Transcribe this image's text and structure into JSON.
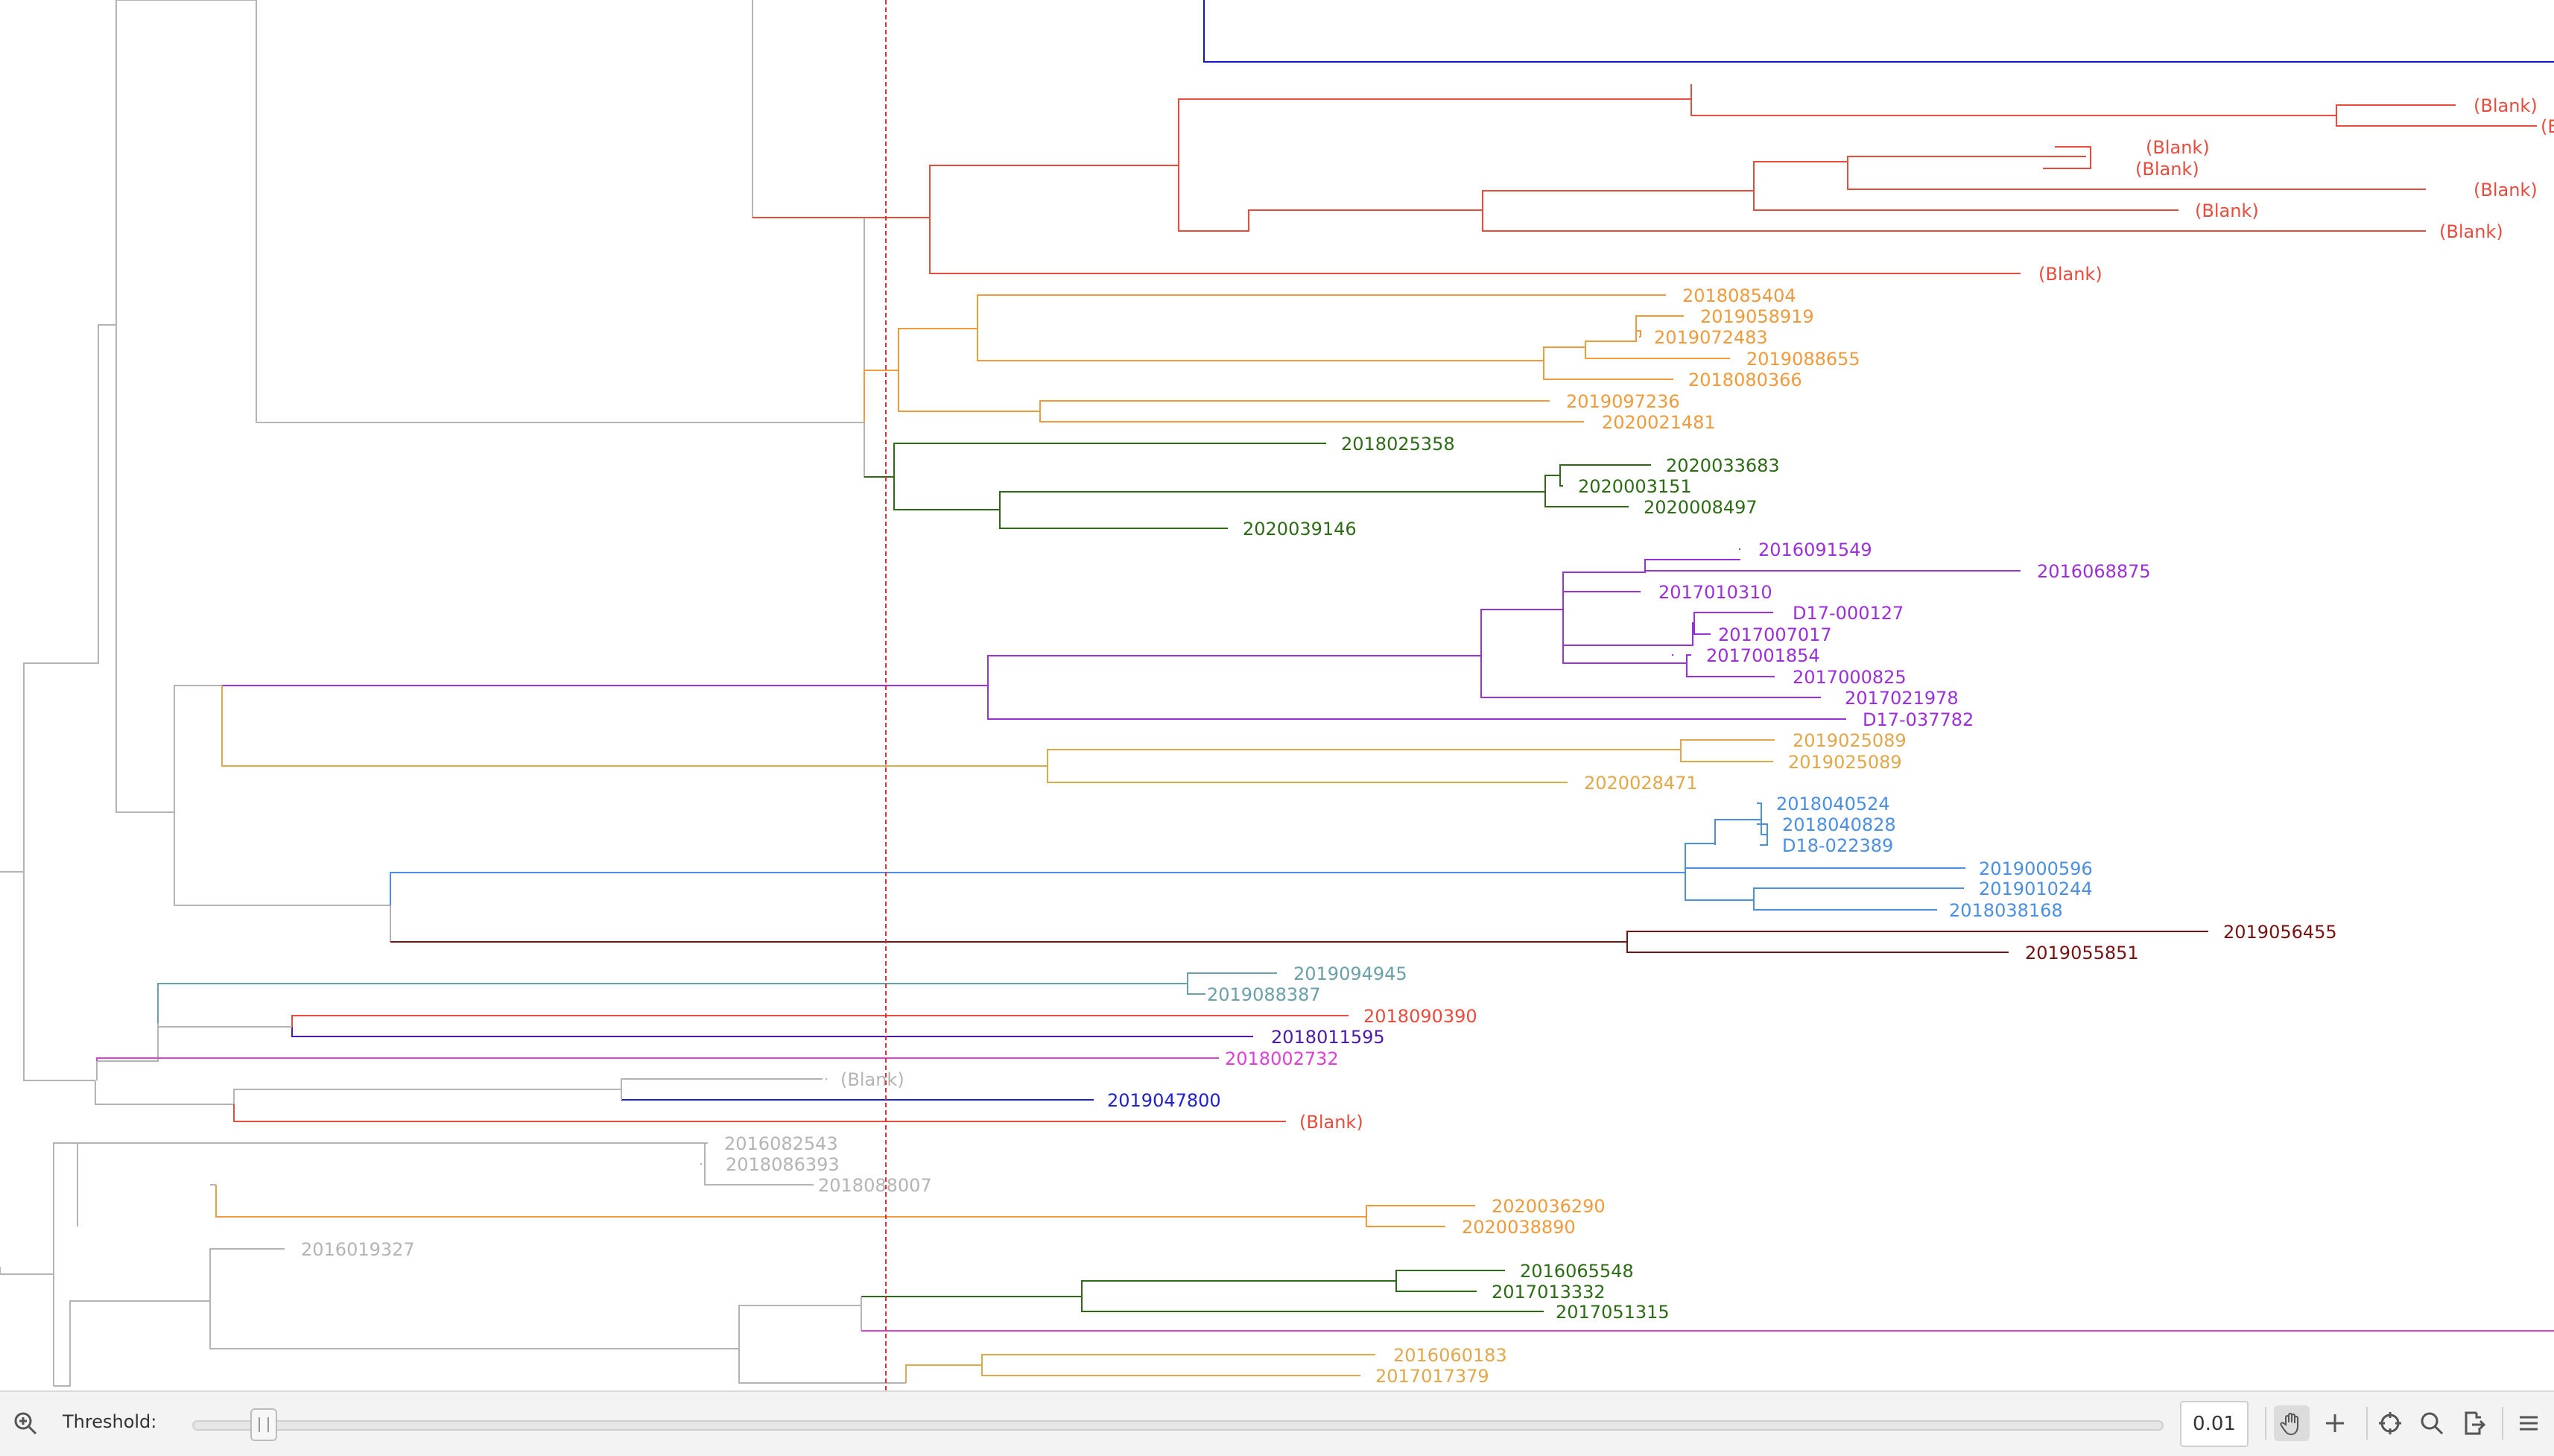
{
  "toolbar": {
    "threshold_label": "Threshold:",
    "threshold_value": "0.01",
    "threshold_slider_fraction": 0.02,
    "icons": [
      "zoom-in-icon",
      "pan-hand-icon",
      "add-icon",
      "crosshair-icon",
      "search-icon",
      "export-icon",
      "menu-icon"
    ]
  },
  "colors": {
    "grey": "#b4b4b4",
    "red": "#e84c3d",
    "orange": "#ef9a3c",
    "green": "#2e6b17",
    "purple": "#9b30d9",
    "gold": "#e0a84a",
    "blue": "#4a8fe2",
    "maroon": "#7a1111",
    "teal": "#6aa0a8",
    "indigo": "#4a1aa8",
    "magenta": "#e040d8",
    "navy": "#1414c8",
    "darkblue": "#2020d0",
    "threshold": "#e03030"
  },
  "leaves": [
    {
      "label": "(Blank)",
      "color": "red"
    },
    {
      "label": "(B",
      "color": "red"
    },
    {
      "label": "(Blank)",
      "color": "red"
    },
    {
      "label": "(Blank)",
      "color": "red"
    },
    {
      "label": "(Blank)",
      "color": "red"
    },
    {
      "label": "(Blank)",
      "color": "red"
    },
    {
      "label": "(Blank)",
      "color": "red"
    },
    {
      "label": "(Blank)",
      "color": "red"
    },
    {
      "label": "2018085404",
      "color": "orange"
    },
    {
      "label": "2019058919",
      "color": "orange"
    },
    {
      "label": "2019072483",
      "color": "orange"
    },
    {
      "label": "2019088655",
      "color": "orange"
    },
    {
      "label": "2018080366",
      "color": "orange"
    },
    {
      "label": "2019097236",
      "color": "orange"
    },
    {
      "label": "2020021481",
      "color": "orange"
    },
    {
      "label": "2018025358",
      "color": "green"
    },
    {
      "label": "2020033683",
      "color": "green"
    },
    {
      "label": "2020003151",
      "color": "green"
    },
    {
      "label": "2020008497",
      "color": "green"
    },
    {
      "label": "2020039146",
      "color": "green"
    },
    {
      "label": "2016091549",
      "color": "purple"
    },
    {
      "label": "2016068875",
      "color": "purple"
    },
    {
      "label": "2017010310",
      "color": "purple"
    },
    {
      "label": "D17-000127",
      "color": "purple"
    },
    {
      "label": "2017007017",
      "color": "purple"
    },
    {
      "label": "2017001854",
      "color": "purple"
    },
    {
      "label": "2017000825",
      "color": "purple"
    },
    {
      "label": "2017021978",
      "color": "purple"
    },
    {
      "label": "D17-037782",
      "color": "purple"
    },
    {
      "label": "2019025089",
      "color": "gold"
    },
    {
      "label": "2019025089",
      "color": "gold"
    },
    {
      "label": "2020028471",
      "color": "gold"
    },
    {
      "label": "2018040524",
      "color": "blue"
    },
    {
      "label": "2018040828",
      "color": "blue"
    },
    {
      "label": "D18-022389",
      "color": "blue"
    },
    {
      "label": "2019000596",
      "color": "blue"
    },
    {
      "label": "2019010244",
      "color": "blue"
    },
    {
      "label": "2018038168",
      "color": "blue"
    },
    {
      "label": "2019056455",
      "color": "maroon"
    },
    {
      "label": "2019055851",
      "color": "maroon"
    },
    {
      "label": "2019094945",
      "color": "teal"
    },
    {
      "label": "2019088387",
      "color": "teal"
    },
    {
      "label": "2018090390",
      "color": "red"
    },
    {
      "label": "2018011595",
      "color": "indigo"
    },
    {
      "label": "2018002732",
      "color": "magenta"
    },
    {
      "label": "(Blank)",
      "color": "grey"
    },
    {
      "label": "2019047800",
      "color": "darkblue"
    },
    {
      "label": "(Blank)",
      "color": "red"
    },
    {
      "label": "2016082543",
      "color": "grey"
    },
    {
      "label": "2018086393",
      "color": "grey"
    },
    {
      "label": "2018088007",
      "color": "grey"
    },
    {
      "label": "2020036290",
      "color": "orange"
    },
    {
      "label": "2020038890",
      "color": "orange"
    },
    {
      "label": "2016019327",
      "color": "grey"
    },
    {
      "label": "2016065548",
      "color": "green"
    },
    {
      "label": "2017013332",
      "color": "green"
    },
    {
      "label": "2017051315",
      "color": "green"
    },
    {
      "label": "2016060183",
      "color": "gold"
    },
    {
      "label": "2017017379",
      "color": "gold"
    }
  ]
}
